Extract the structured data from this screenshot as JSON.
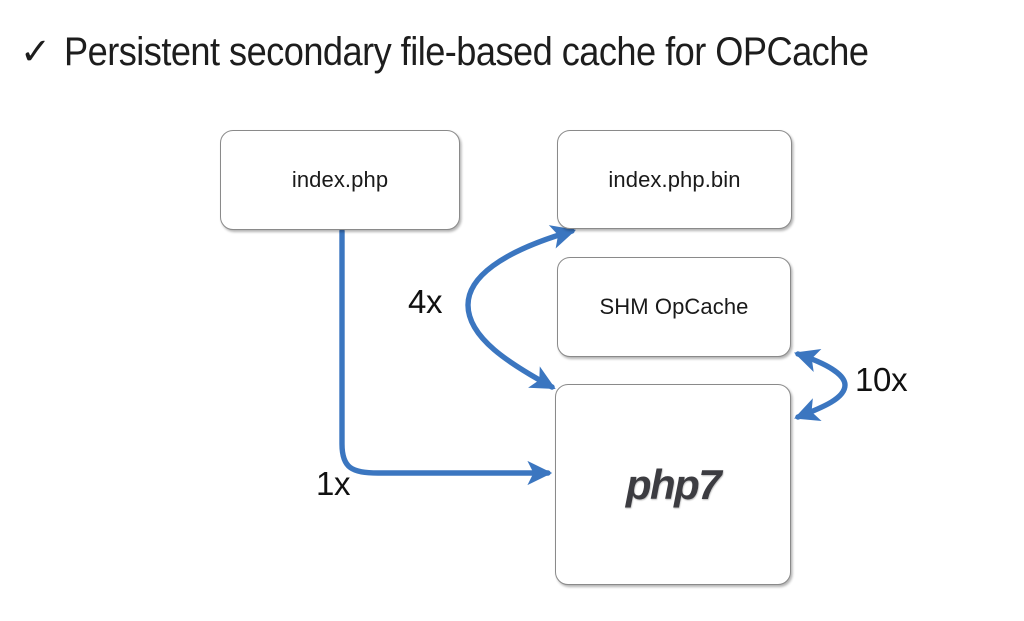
{
  "slide": {
    "background_color": "#ffffff",
    "title": {
      "bullet_glyph": "✓",
      "bullet_icon_name": "checkmark-icon",
      "text": "Persistent secondary file-based cache for OPCache"
    }
  },
  "diagram": {
    "accent_color": "#3b76c0",
    "box_border_color": "#8a8a8a",
    "nodes": [
      {
        "id": "index-php",
        "label": "index.php"
      },
      {
        "id": "index-php-bin",
        "label": "index.php.bin"
      },
      {
        "id": "shm-opcache",
        "label": "SHM OpCache"
      },
      {
        "id": "php7",
        "label": "php7"
      }
    ],
    "edges": [
      {
        "id": "edge-4x",
        "label": "4x",
        "from": "index-php-bin",
        "to": "php7",
        "direction": "bidirectional",
        "style": "curved-left"
      },
      {
        "id": "edge-1x",
        "label": "1x",
        "from": "index-php",
        "to": "php7",
        "direction": "forward",
        "style": "elbow-down-right"
      },
      {
        "id": "edge-10x",
        "label": "10x",
        "from": "shm-opcache",
        "to": "php7",
        "direction": "bidirectional",
        "style": "curved-right"
      }
    ]
  }
}
